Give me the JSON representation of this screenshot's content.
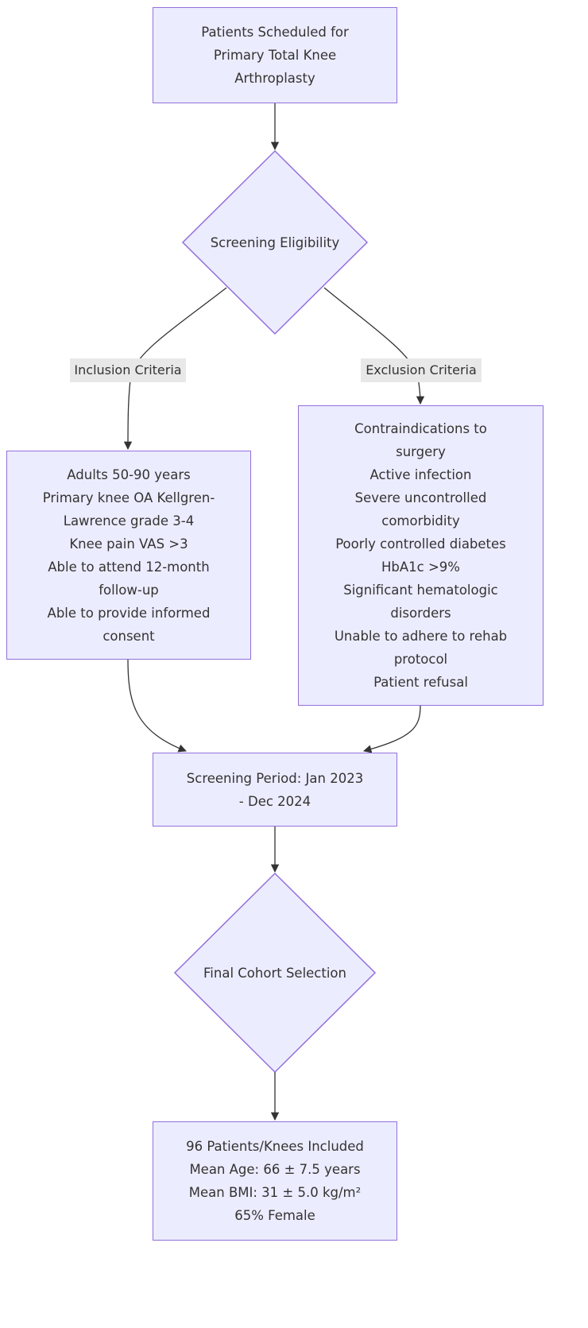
{
  "nodes": {
    "start": {
      "lines": [
        "Patients Scheduled for",
        "Primary Total Knee",
        "Arthroplasty"
      ]
    },
    "screening": {
      "label": "Screening Eligibility"
    },
    "inclusion": {
      "lines": [
        "Adults 50-90 years",
        "Primary knee OA Kellgren-",
        "Lawrence grade 3-4",
        "Knee pain VAS >3",
        "Able to attend 12-month",
        "follow-up",
        "Able to provide informed",
        "consent"
      ]
    },
    "exclusion": {
      "lines": [
        "Contraindications to",
        "surgery",
        "Active infection",
        "Severe uncontrolled",
        "comorbidity",
        "Poorly controlled diabetes",
        "HbA1c >9%",
        "Significant hematologic",
        "disorders",
        "Unable to adhere to rehab",
        "protocol",
        "Patient refusal"
      ]
    },
    "period": {
      "lines": [
        "Screening Period: Jan 2023",
        "- Dec 2024"
      ]
    },
    "final_selection": {
      "label": "Final Cohort Selection"
    },
    "cohort": {
      "lines": [
        "96 Patients/Knees Included",
        "Mean Age: 66 ± 7.5 years",
        "Mean BMI: 31 ± 5.0 kg/m²",
        "65% Female"
      ]
    }
  },
  "edge_labels": {
    "inclusion": "Inclusion Criteria",
    "exclusion": "Exclusion Criteria"
  },
  "colors": {
    "node_fill": "#ececff",
    "node_stroke": "#9370db",
    "edge": "#333333",
    "edge_label_bg": "#e8e8e8",
    "text": "#333333"
  }
}
